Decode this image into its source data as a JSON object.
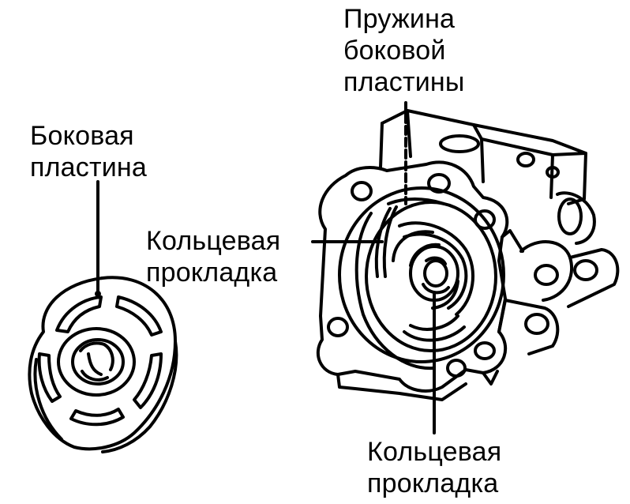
{
  "labels": {
    "side_plate": [
      "Боковая",
      "пластина"
    ],
    "side_plate_spring": [
      "Пружина",
      "боковой",
      "пластины"
    ],
    "o_ring_upper": [
      "Кольцевая",
      "прокладка"
    ],
    "o_ring_lower": [
      "Кольцевая",
      "прокладка"
    ]
  },
  "colors": {
    "ink": "#000000",
    "background": "#ffffff"
  }
}
